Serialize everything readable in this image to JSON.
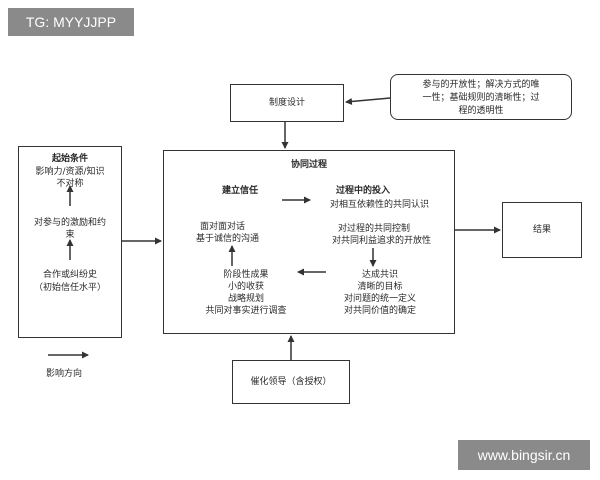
{
  "watermark_tag": "TG: MYYJJPP",
  "site_label": "www.bingsir.cn",
  "institution": {
    "title": "制度设计",
    "note_line1": "参与的开放性；解决方式的唯",
    "note_line2": "一性；基础规则的清晰性；过",
    "note_line3": "程的透明性"
  },
  "start": {
    "title": "起始条件",
    "line1": "影响力/资源/知识",
    "line2": "不对称",
    "line3": "对参与的激励和约",
    "line4": "束",
    "line5": "合作或纠纷史",
    "line6": "（初始信任水平）"
  },
  "process": {
    "title": "协同过程",
    "trust_title": "建立信任",
    "trust_line1": "面对面对话",
    "trust_line2": "基于诚信的沟通",
    "commit_title": "过程中的投入",
    "commit_line1": "对相互依赖性的共同认识",
    "commit_line2": "对过程的共同控制",
    "commit_line3": "对共同利益追求的开放性",
    "consensus_line1": "达成共识",
    "consensus_line2": "清晰的目标",
    "consensus_line3": "对问题的统一定义",
    "consensus_line4": "对共同价值的确定",
    "outcome_line1": "阶段性成果",
    "outcome_line2": "小的收获",
    "outcome_line3": "战略规划",
    "outcome_line4": "共同对事实进行调查"
  },
  "leadership": {
    "title": "催化领导（含授权）"
  },
  "result": {
    "title": "结果"
  },
  "legend": {
    "label": "影响方向"
  }
}
